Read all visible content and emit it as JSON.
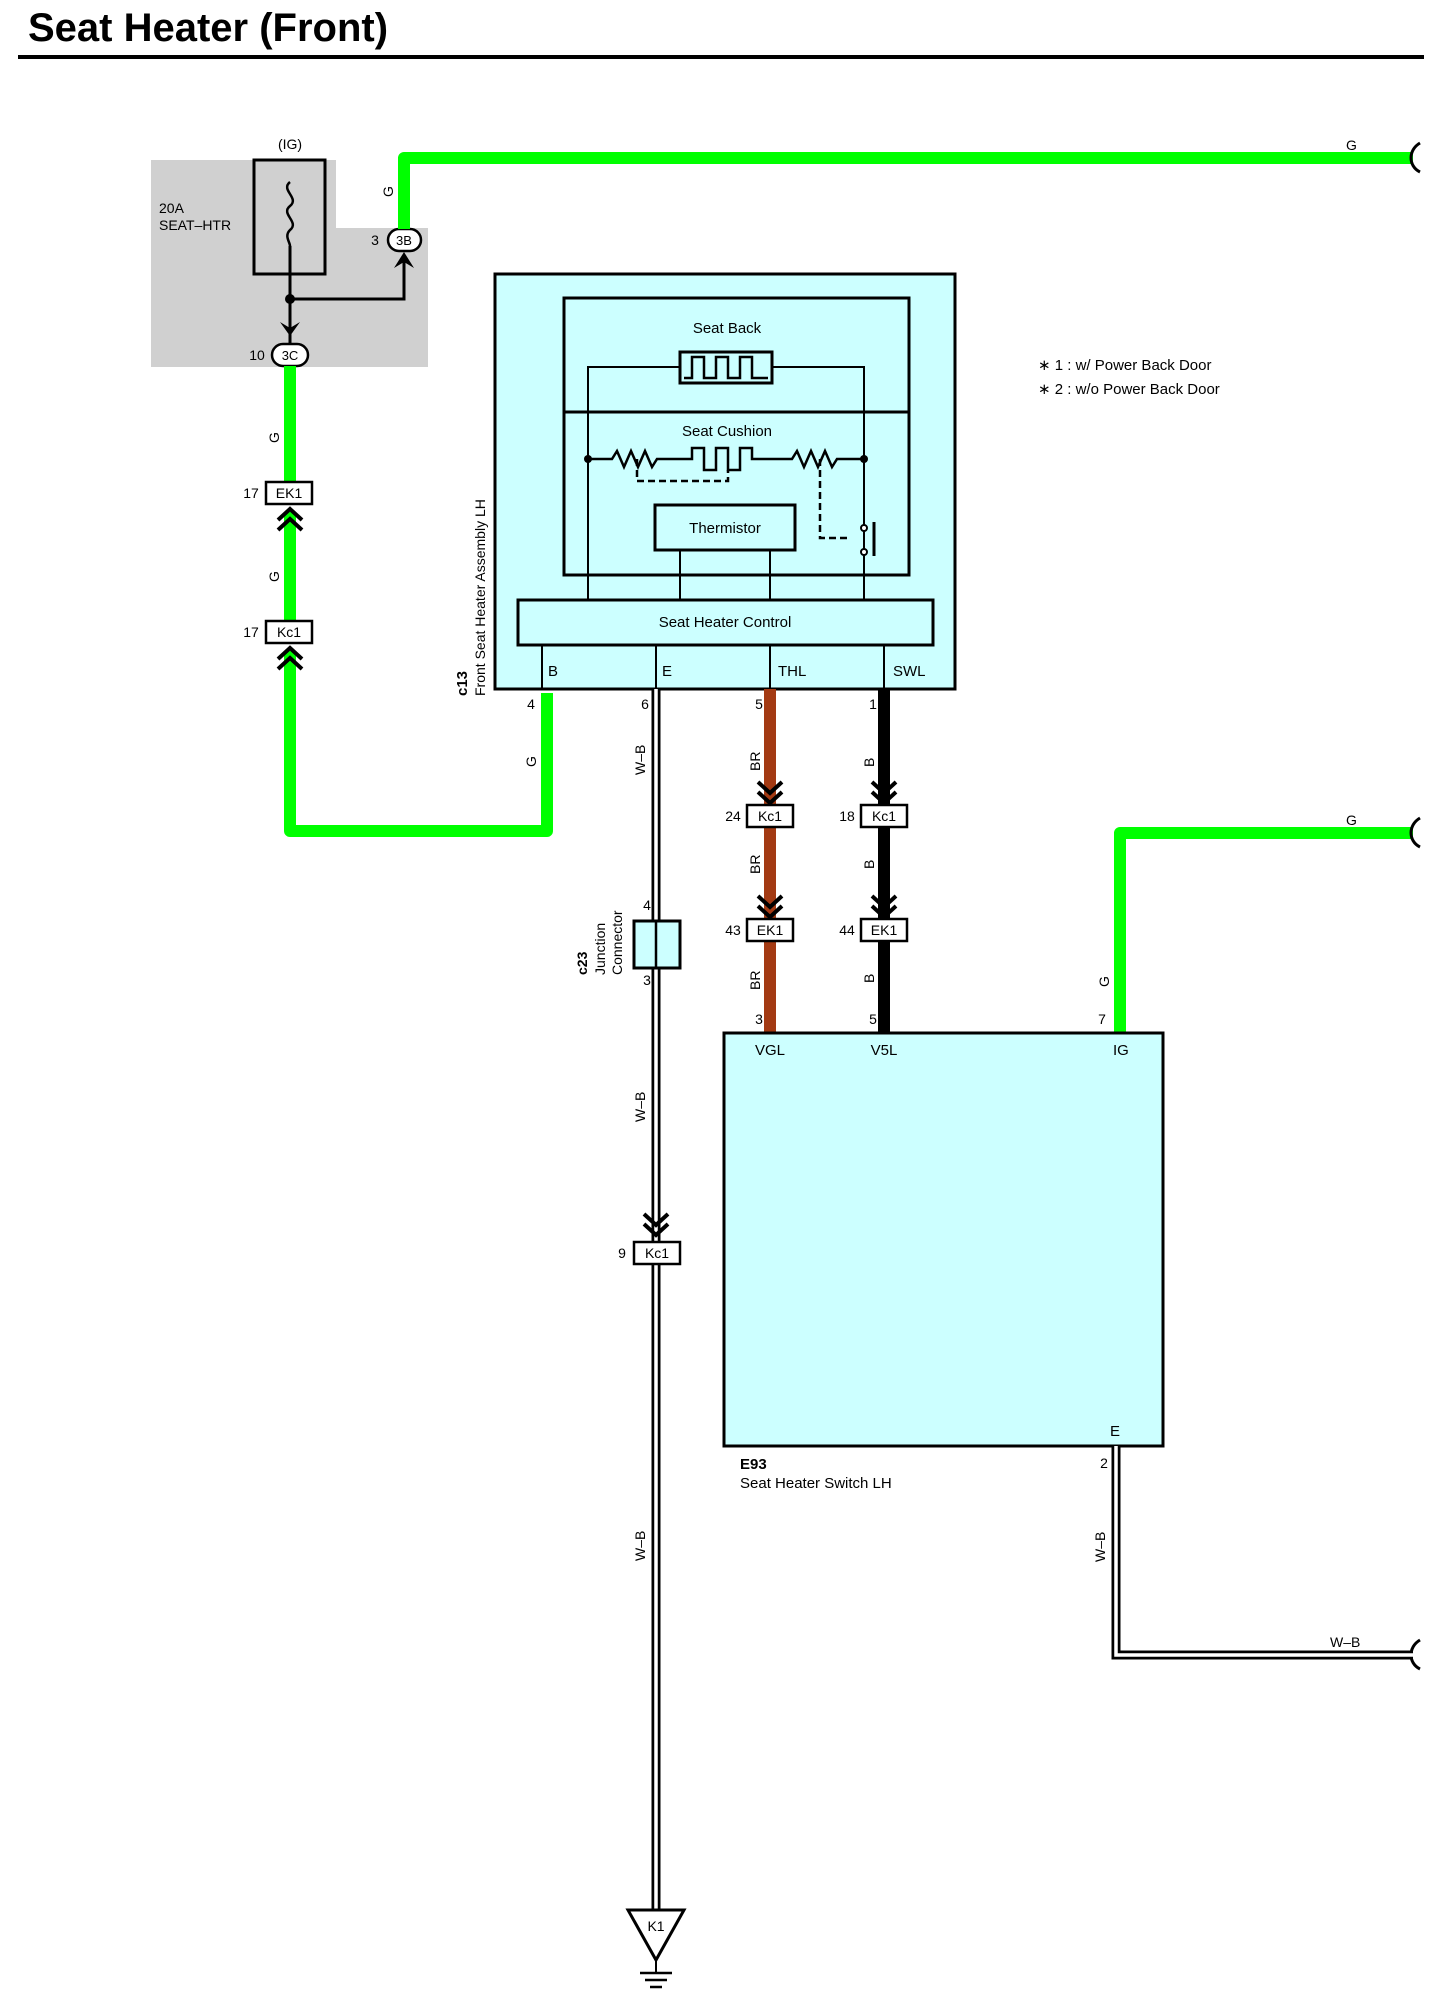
{
  "title": "Seat Heater (Front)",
  "fuse": {
    "ig_label": "(IG)",
    "rating": "20A",
    "name": "SEAT–HTR",
    "connector_3b": "3B",
    "connector_3b_pin": "3",
    "connector_3c": "3C",
    "connector_3c_pin": "10"
  },
  "notes": {
    "note1": "∗ 1 : w/ Power Back Door",
    "note2": "∗ 2 : w/o Power Back Door"
  },
  "heater_assembly": {
    "code": "c13",
    "name": "Front Seat Heater Assembly LH",
    "seat_back": "Seat Back",
    "seat_cushion": "Seat Cushion",
    "thermistor": "Thermistor",
    "control": "Seat Heater Control",
    "terminals": [
      "B",
      "E",
      "THL",
      "SWL"
    ],
    "pins": [
      "4",
      "6",
      "5",
      "1"
    ]
  },
  "switch": {
    "code": "E93",
    "name": "Seat Heater Switch LH",
    "terminals": [
      "VGL",
      "V5L",
      "IG"
    ],
    "pins": [
      "3",
      "5",
      "7"
    ],
    "e_terminal": "E",
    "e_pin": "2"
  },
  "junction": {
    "code": "c23",
    "name_line1": "Junction",
    "name_line2": "Connector",
    "pin_top": "4",
    "pin_bottom": "3"
  },
  "connectors": {
    "ek1": "EK1",
    "kc1": "Kc1",
    "ek1_pin_left": "17",
    "kc1_pin_left": "17",
    "kc1_thl_pin": "24",
    "kc1_swl_pin": "18",
    "ek1_thl_pin": "43",
    "ek1_swl_pin": "44",
    "kc1_ground_pin": "9"
  },
  "ground": {
    "label": "K1"
  },
  "wire_colors": {
    "green": "G",
    "brown": "BR",
    "black": "B",
    "white_black": "W–B"
  },
  "colors": {
    "green_wire": "#00ff00",
    "brown_wire": "#a33a13",
    "black_wire": "#000000",
    "component_fill": "#ccffff",
    "fuse_box_fill": "#d0d0d0"
  }
}
